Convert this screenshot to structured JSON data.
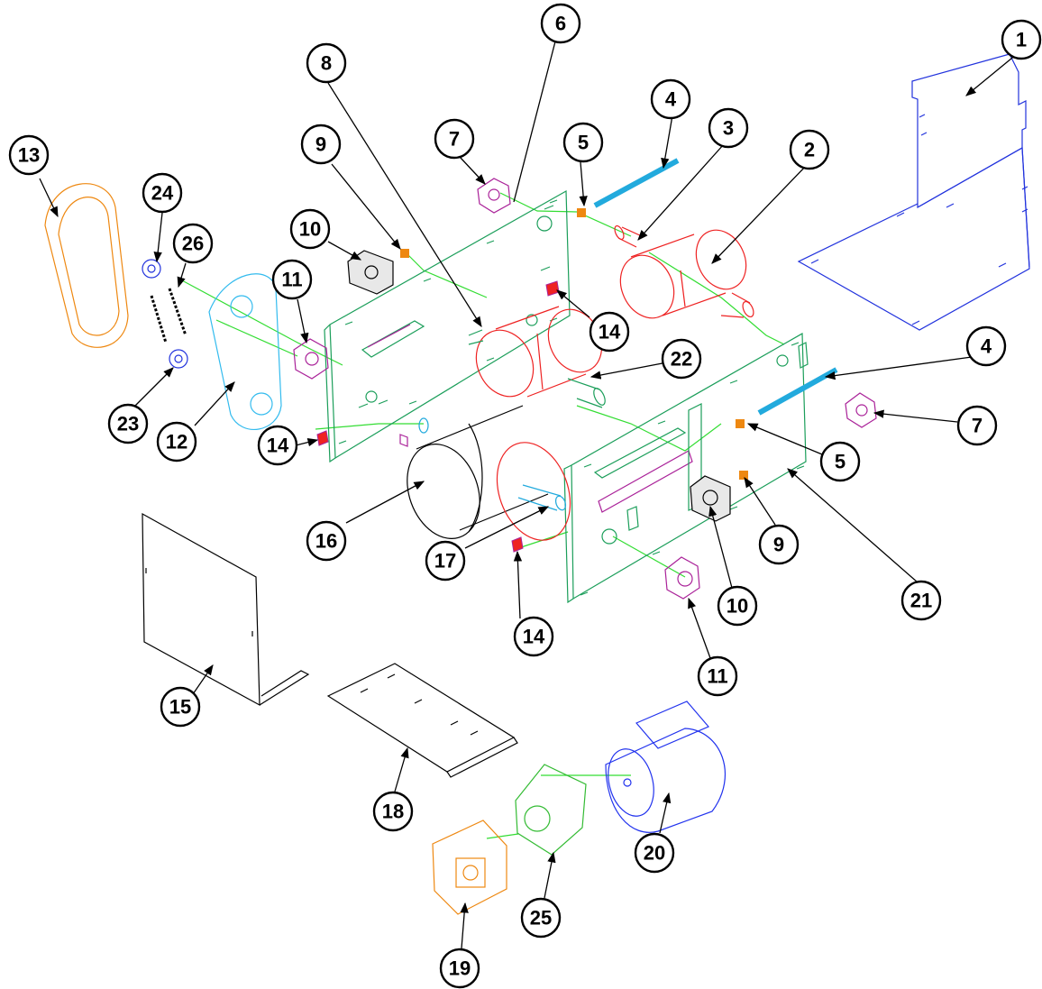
{
  "callouts": [
    "1",
    "2",
    "3",
    "4",
    "4",
    "5",
    "5",
    "6",
    "7",
    "7",
    "8",
    "9",
    "9",
    "10",
    "10",
    "11",
    "11",
    "12",
    "13",
    "14",
    "14",
    "14",
    "15",
    "16",
    "17",
    "18",
    "19",
    "20",
    "21",
    "22",
    "23",
    "24",
    "25",
    "26"
  ],
  "colors": {
    "frame_green": "#1b9e5a",
    "axis_green": "#33dd33",
    "cover_blue": "#2233dd",
    "roller_red": "#ee2222",
    "shaft_cyan": "#22aadd",
    "bearing_purple": "#aa2299",
    "guard_orange": "#ee8811",
    "chain_cyan": "#33bbee",
    "motor_blue": "#2233ee",
    "gearbox_green": "#33bb33"
  }
}
